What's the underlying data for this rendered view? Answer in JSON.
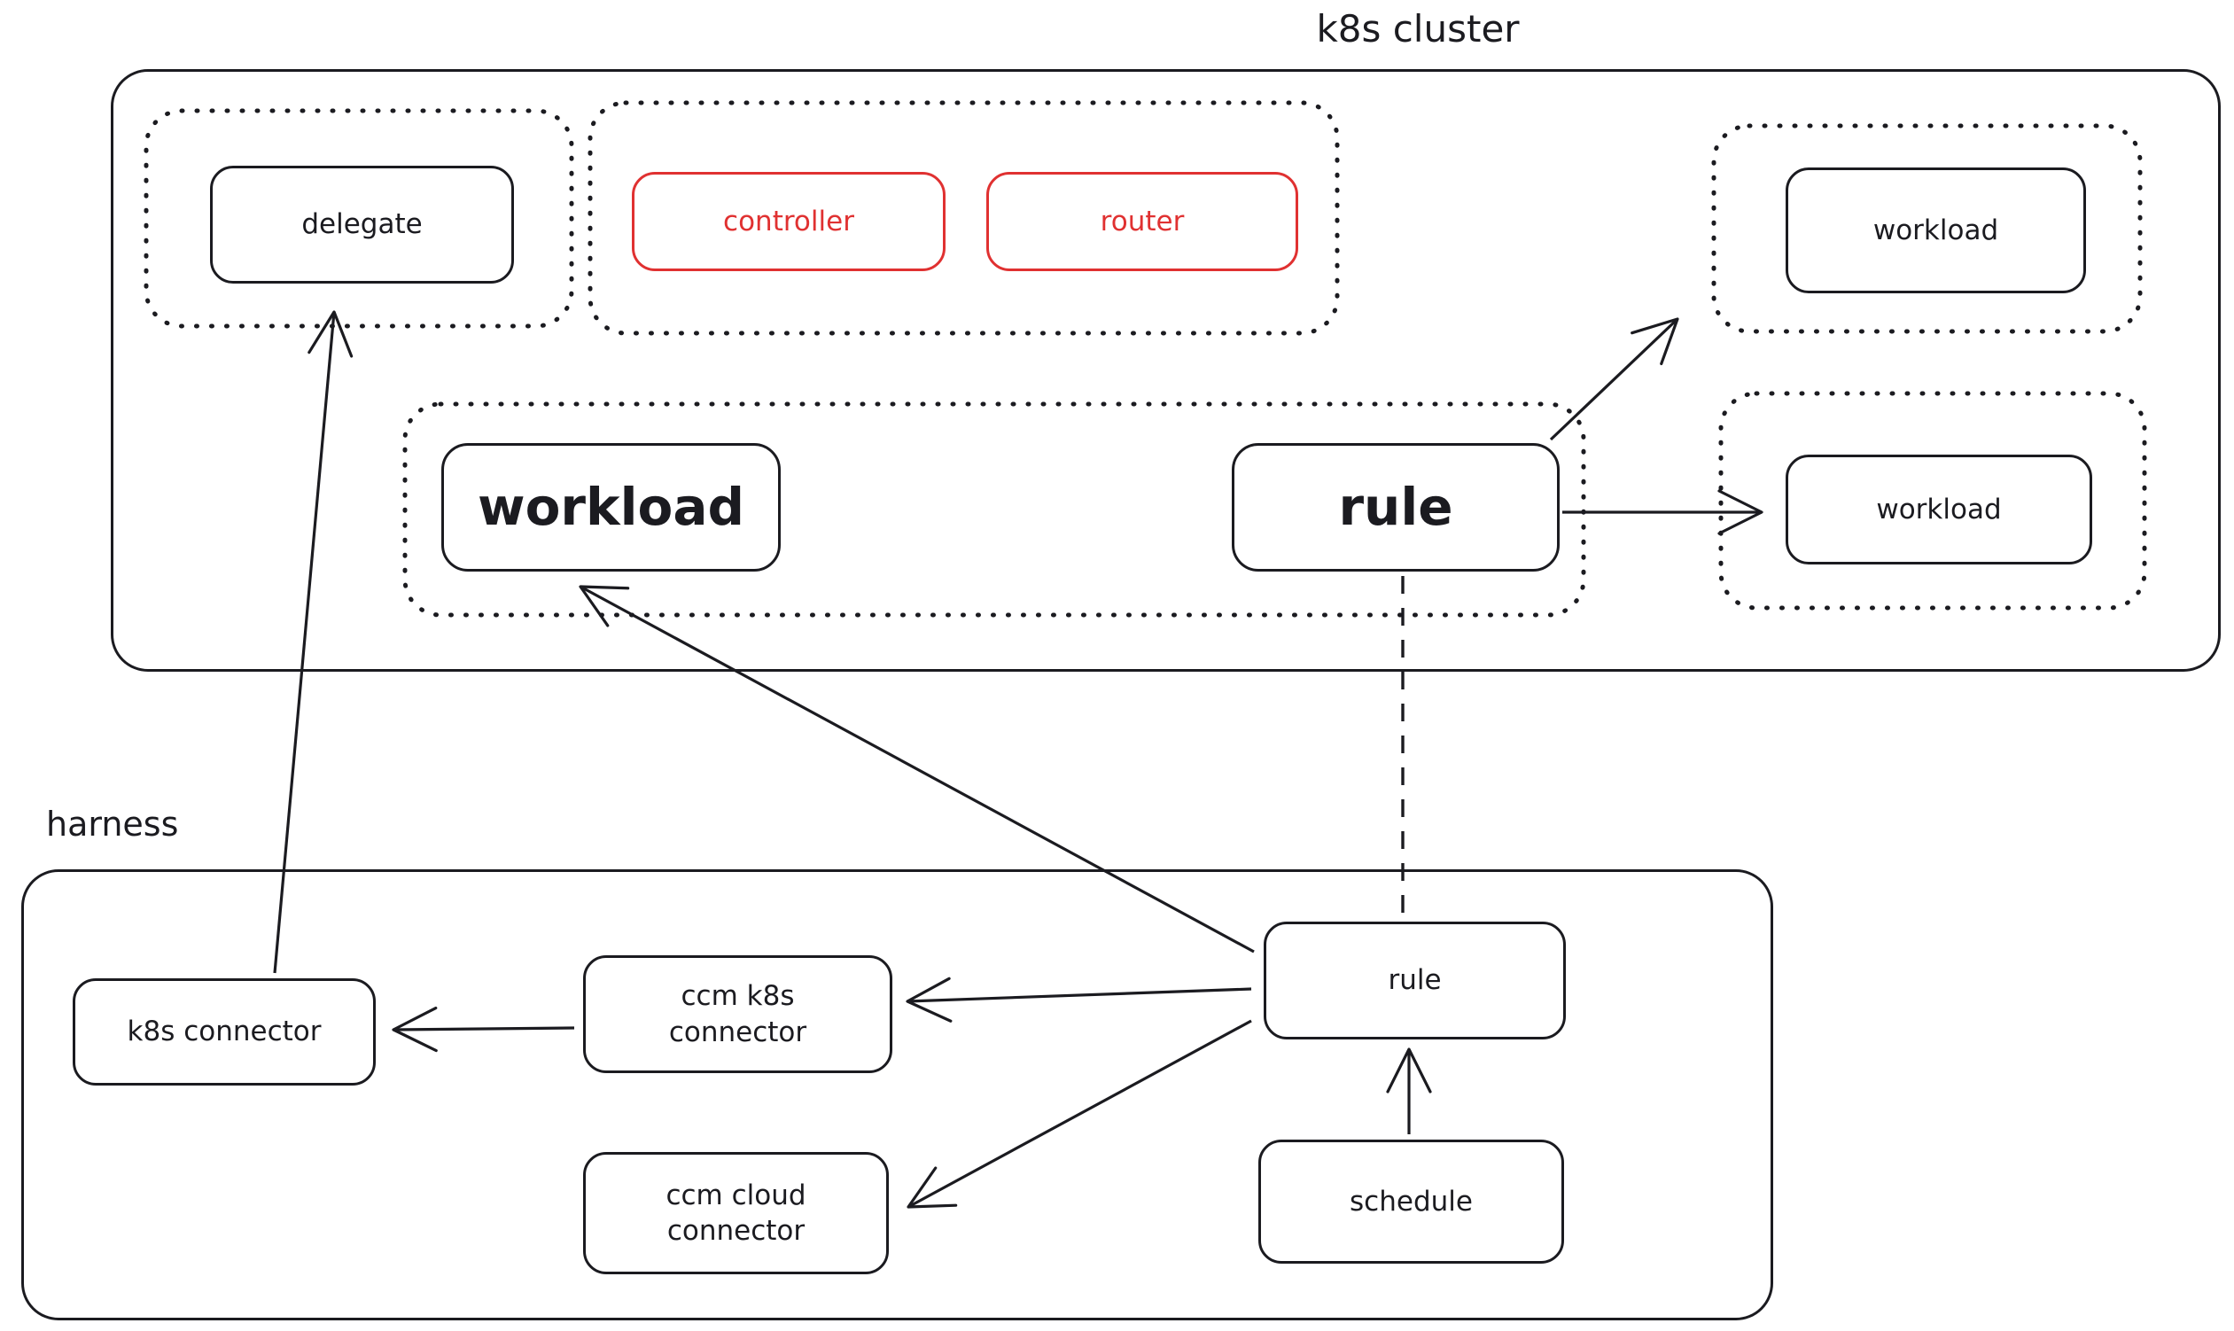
{
  "colors": {
    "ink": "#1b1b20",
    "red": "#e03131",
    "background": "#ffffff"
  },
  "k8s_cluster": {
    "title": "k8s cluster",
    "delegate": "delegate",
    "controller": "controller",
    "router": "router",
    "workload_top": "workload",
    "workload_main": "workload",
    "rule": "rule",
    "workload_right": "workload"
  },
  "harness": {
    "title": "harness",
    "k8s_connector": "k8s connector",
    "ccm_k8s_connector": "ccm k8s connector",
    "ccm_cloud_connector": "ccm cloud connector",
    "rule": "rule",
    "schedule": "schedule"
  },
  "edges": [
    {
      "from": "harness.k8s_connector",
      "to": "k8s_cluster.delegate",
      "style": "solid-arrow"
    },
    {
      "from": "harness.rule",
      "to": "k8s_cluster.workload_main",
      "style": "solid-arrow"
    },
    {
      "from": "harness.rule",
      "to": "harness.ccm_k8s_connector",
      "style": "solid-arrow"
    },
    {
      "from": "harness.rule",
      "to": "harness.ccm_cloud_connector",
      "style": "solid-arrow"
    },
    {
      "from": "harness.ccm_k8s_connector",
      "to": "harness.k8s_connector",
      "style": "solid-arrow"
    },
    {
      "from": "harness.schedule",
      "to": "harness.rule",
      "style": "solid-arrow"
    },
    {
      "from": "k8s_cluster.rule",
      "to": "k8s_cluster.workload_top",
      "style": "solid-arrow"
    },
    {
      "from": "k8s_cluster.rule",
      "to": "k8s_cluster.workload_right",
      "style": "solid-arrow"
    },
    {
      "from": "k8s_cluster.rule",
      "to": "harness.rule",
      "style": "dashed-line"
    }
  ]
}
